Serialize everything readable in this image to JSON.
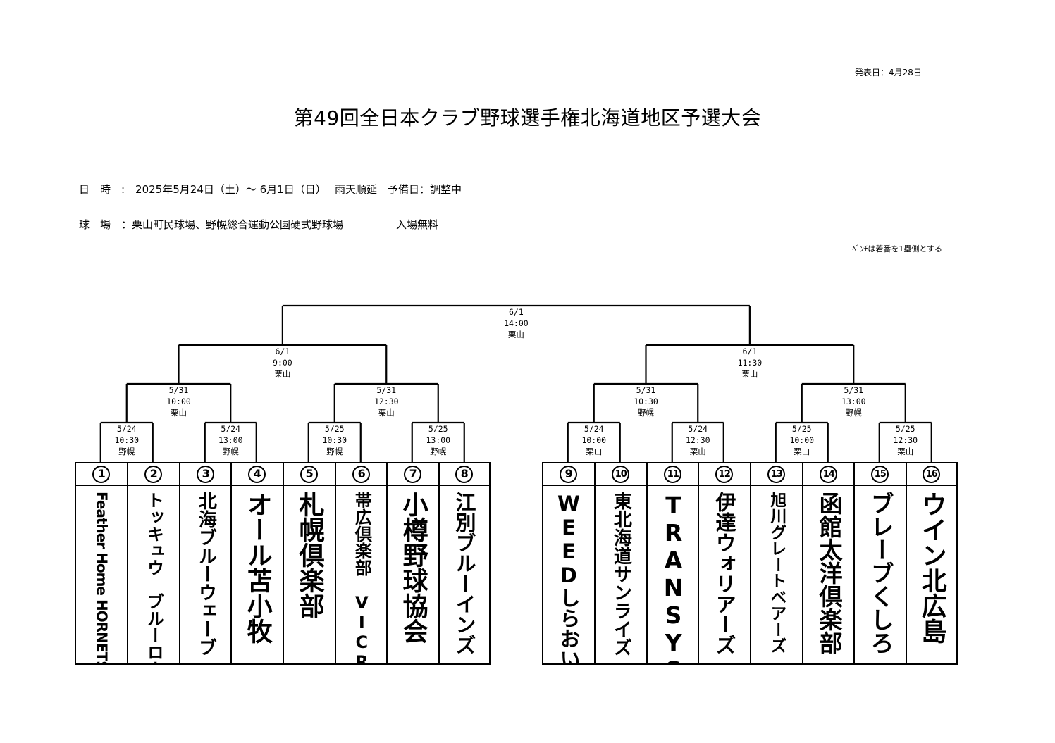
{
  "header": {
    "issue_date": "発表日：4月28日",
    "title": "第49回全日本クラブ野球選手権北海道地区予選大会",
    "schedule_line": "日　時　:　2025年5月24日（土）～ 6月1日（日）　 雨天順延　予備日：調整中",
    "venue_line": "球　場　：栗山町民球場、野幌総合運動公園硬式野球場　　　　　入場無料",
    "bench_note": "ﾍﾞﾝﾁは若番を1塁側とする"
  },
  "teams": [
    {
      "seed": "1",
      "name": "Feather Home HORNETS"
    },
    {
      "seed": "2",
      "name": "トッキュウ　ブルーローズ"
    },
    {
      "seed": "3",
      "name": "北海ブルーウェーブ"
    },
    {
      "seed": "4",
      "name": "オール苫小牧"
    },
    {
      "seed": "5",
      "name": "札幌倶楽部"
    },
    {
      "seed": "6",
      "name": "帯広倶楽部　VICROSS"
    },
    {
      "seed": "7",
      "name": "小樽野球協会"
    },
    {
      "seed": "8",
      "name": "江別ブルーインズ"
    },
    {
      "seed": "9",
      "name": "WEEDしらおい"
    },
    {
      "seed": "10",
      "name": "東北海道サンライズ"
    },
    {
      "seed": "11",
      "name": "TRANSYS"
    },
    {
      "seed": "12",
      "name": "伊達ウォリアーズ"
    },
    {
      "seed": "13",
      "name": "旭川グレートベアーズ"
    },
    {
      "seed": "14",
      "name": "函館太洋倶楽部"
    },
    {
      "seed": "15",
      "name": "ブレーブくしろ"
    },
    {
      "seed": "16",
      "name": "ウイン北広島"
    }
  ],
  "matches": {
    "r1": [
      {
        "date": "5/24",
        "time": "10:30",
        "venue": "野幌"
      },
      {
        "date": "5/24",
        "time": "13:00",
        "venue": "野幌"
      },
      {
        "date": "5/25",
        "time": "10:30",
        "venue": "野幌"
      },
      {
        "date": "5/25",
        "time": "13:00",
        "venue": "野幌"
      },
      {
        "date": "5/24",
        "time": "10:00",
        "venue": "栗山"
      },
      {
        "date": "5/24",
        "time": "12:30",
        "venue": "栗山"
      },
      {
        "date": "5/25",
        "time": "10:00",
        "venue": "栗山"
      },
      {
        "date": "5/25",
        "time": "12:30",
        "venue": "栗山"
      }
    ],
    "r2": [
      {
        "date": "5/31",
        "time": "10:00",
        "venue": "栗山"
      },
      {
        "date": "5/31",
        "time": "12:30",
        "venue": "栗山"
      },
      {
        "date": "5/31",
        "time": "10:30",
        "venue": "野幌"
      },
      {
        "date": "5/31",
        "time": "13:00",
        "venue": "野幌"
      }
    ],
    "sf": [
      {
        "date": "6/1",
        "time": "9:00",
        "venue": "栗山"
      },
      {
        "date": "6/1",
        "time": "11:30",
        "venue": "栗山"
      }
    ],
    "final": {
      "date": "6/1",
      "time": "14:00",
      "venue": "栗山"
    }
  }
}
